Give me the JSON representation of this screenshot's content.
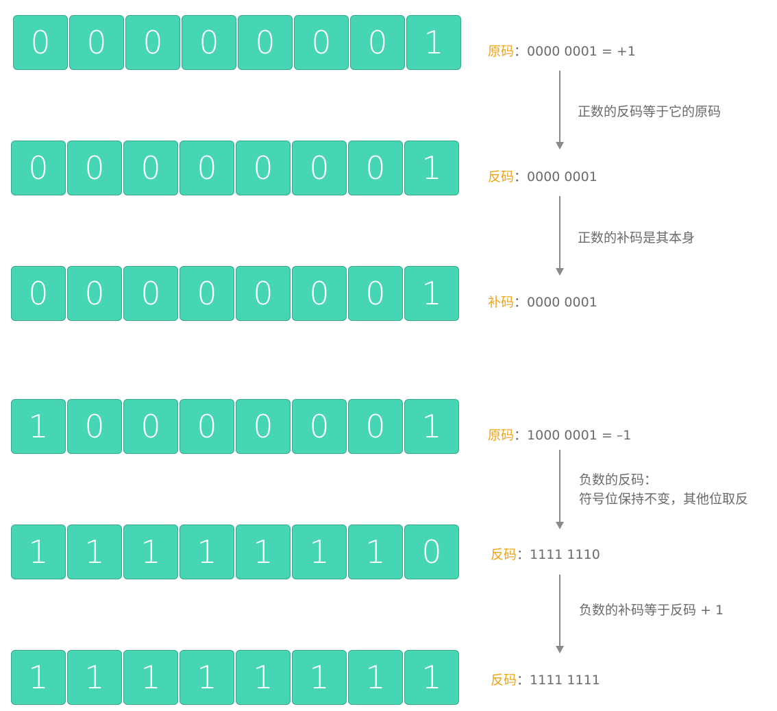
{
  "rows": [
    {
      "bits": [
        "0",
        "0",
        "0",
        "0",
        "0",
        "0",
        "0",
        "1"
      ],
      "label_kind": "原码",
      "label_sep": "：",
      "label_value": "0000 0001 = +1"
    },
    {
      "bits": [
        "0",
        "0",
        "0",
        "0",
        "0",
        "0",
        "0",
        "1"
      ],
      "label_kind": "反码",
      "label_sep": "：",
      "label_value": "0000 0001"
    },
    {
      "bits": [
        "0",
        "0",
        "0",
        "0",
        "0",
        "0",
        "0",
        "1"
      ],
      "label_kind": "补码",
      "label_sep": "：",
      "label_value": "0000 0001"
    },
    {
      "bits": [
        "1",
        "0",
        "0",
        "0",
        "0",
        "0",
        "0",
        "1"
      ],
      "label_kind": "原码",
      "label_sep": "：",
      "label_value": "1000 0001 = –1"
    },
    {
      "bits": [
        "1",
        "1",
        "1",
        "1",
        "1",
        "1",
        "1",
        "0"
      ],
      "label_kind": "反码",
      "label_sep": "：",
      "label_value": "1111 1110"
    },
    {
      "bits": [
        "1",
        "1",
        "1",
        "1",
        "1",
        "1",
        "1",
        "1"
      ],
      "label_kind": "反码",
      "label_sep": "：",
      "label_value": "1111 1111"
    }
  ],
  "transitions": [
    {
      "lines": [
        "正数的反码等于它的原码"
      ]
    },
    {
      "lines": [
        "正数的补码是其本身"
      ]
    },
    {
      "lines": [
        "负数的反码：",
        "符号位保持不变，其他位取反"
      ]
    },
    {
      "lines": [
        "负数的补码等于反码 + 1"
      ]
    }
  ],
  "colors": {
    "cell_fill": "#46d6b4",
    "cell_border": "#3aa58a",
    "label_accent": "#f0a418",
    "text_gray": "#6a6a6a",
    "arrow_gray": "#8a8a8a"
  }
}
